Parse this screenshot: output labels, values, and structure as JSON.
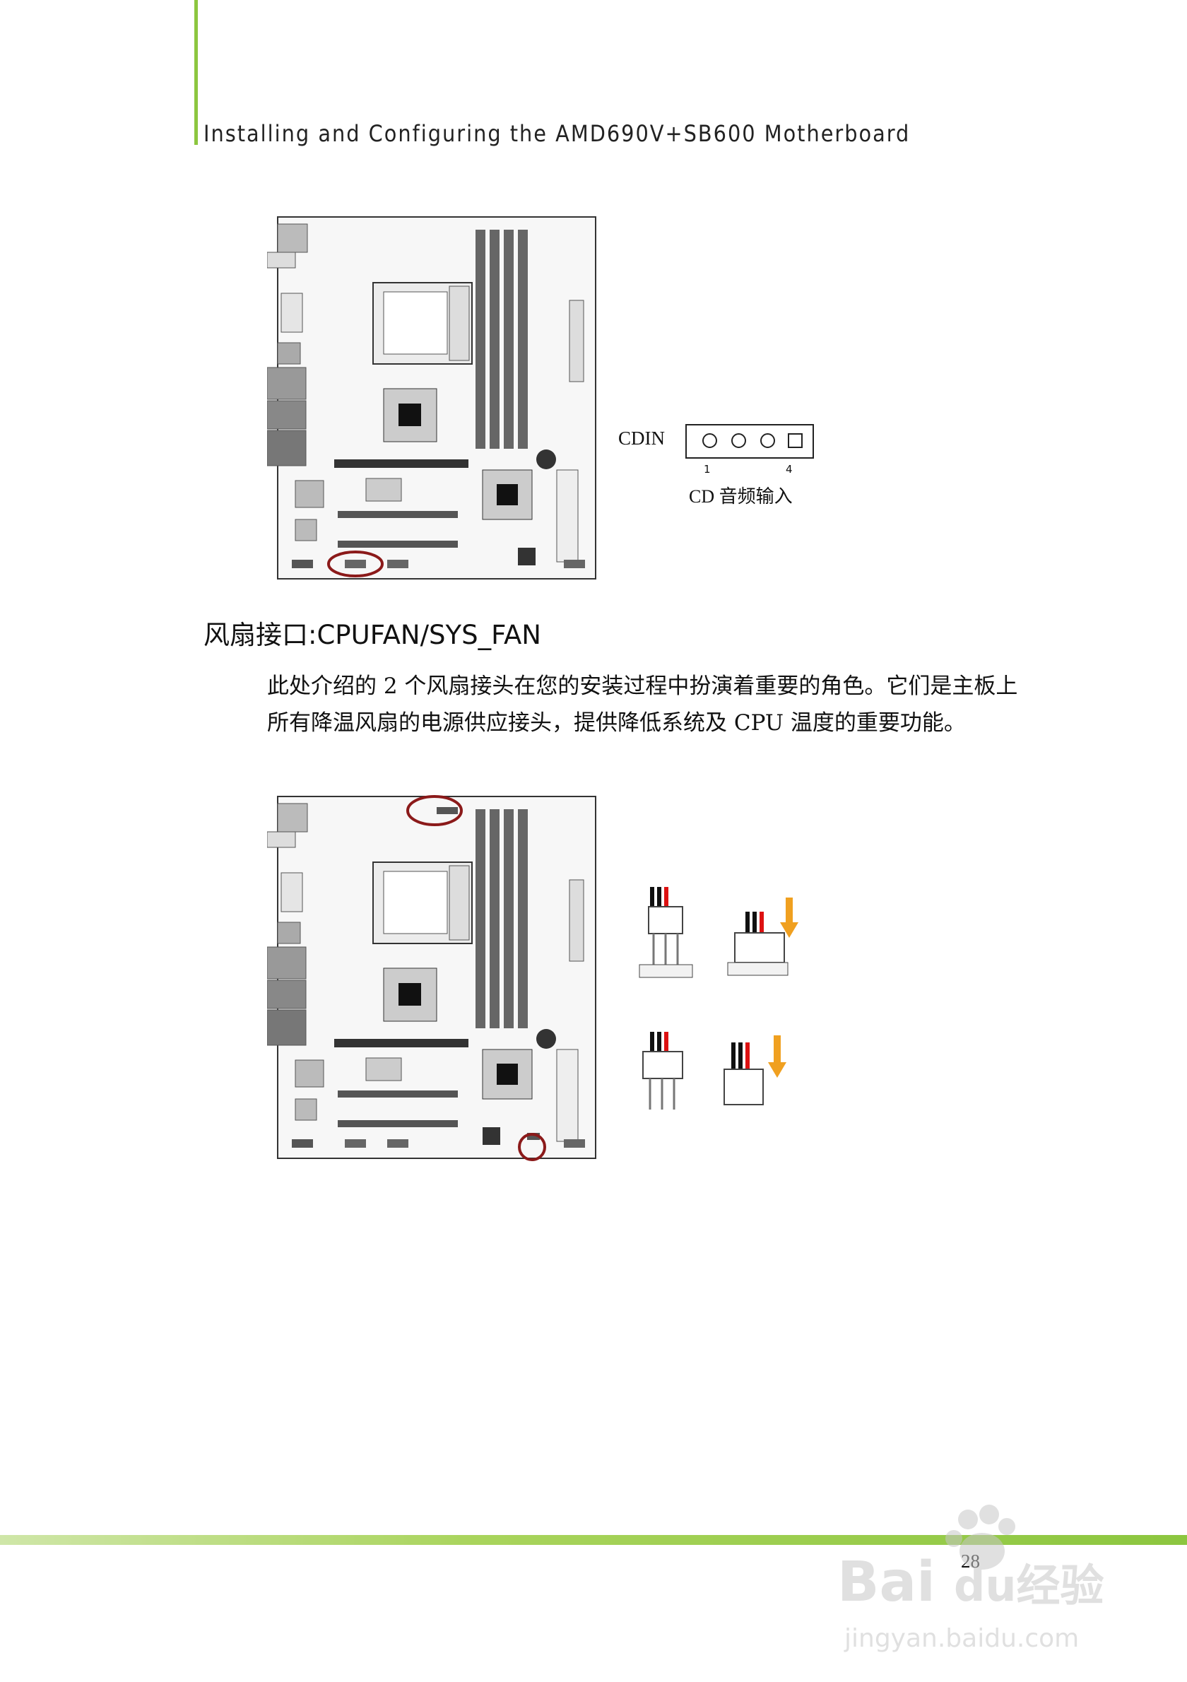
{
  "header": {
    "title": "Installing and Configuring the AMD690V+SB600 Motherboard"
  },
  "cd_section": {
    "connector_label": "CDIN",
    "pin_first": "1",
    "pin_last": "4",
    "caption": "CD 音频输入"
  },
  "fan_section": {
    "heading": "风扇接口:CPUFAN/SYS_FAN",
    "description": "此处介绍的 2 个风扇接头在您的安装过程中扮演着重要的角色。它们是主板上所有降温风扇的电源供应接头，提供降低系统及 CPU 温度的重要功能。"
  },
  "footer": {
    "page_number": "28"
  },
  "watermark": {
    "brand": "Baidu经验",
    "url": "jingyan.baidu.com"
  },
  "colors": {
    "accent_green": "#8cc63f",
    "highlight_circle": "#8b1a1a",
    "arrow_orange": "#f0a020"
  }
}
